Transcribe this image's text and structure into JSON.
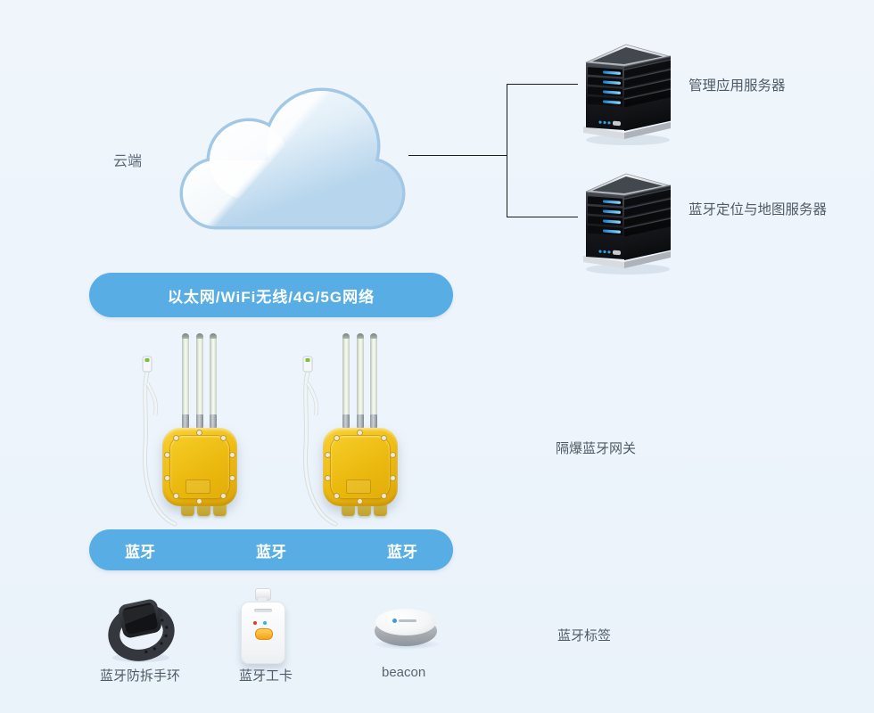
{
  "colors": {
    "background": "#edf4fb",
    "banner_blue": "#57ade4",
    "label_text": "#4e5a66",
    "connector_line": "#1c1c1c",
    "gateway_yellow": "#eebb10"
  },
  "cloud": {
    "label": "云端"
  },
  "servers": [
    {
      "label": "管理应用服务器"
    },
    {
      "label": "蓝牙定位与地图服务器"
    }
  ],
  "network_banner": {
    "label": "以太网/WiFi无线/4G/5G网络"
  },
  "gateway_section": {
    "label": "隔爆蓝牙网关",
    "device_count": 2
  },
  "bluetooth_banner": {
    "labels": [
      "蓝牙",
      "蓝牙",
      "蓝牙"
    ]
  },
  "tag_section": {
    "label": "蓝牙标签",
    "devices": [
      {
        "label": "蓝牙防拆手环"
      },
      {
        "label": "蓝牙工卡"
      },
      {
        "label": "beacon"
      }
    ]
  }
}
